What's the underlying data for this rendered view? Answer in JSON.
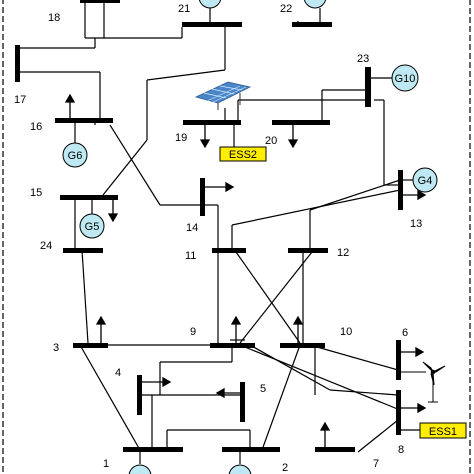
{
  "buses": {
    "b1": "1",
    "b2": "2",
    "b3": "3",
    "b4": "4",
    "b5": "5",
    "b6": "6",
    "b7": "7",
    "b8": "8",
    "b9": "9",
    "b10": "10",
    "b11": "11",
    "b12": "12",
    "b13": "13",
    "b14": "14",
    "b15": "15",
    "b16": "16",
    "b17": "17",
    "b18": "18",
    "b19": "19",
    "b20": "20",
    "b21": "21",
    "b22": "22",
    "b23": "23",
    "b24": "24"
  },
  "generators": {
    "g4": "G4",
    "g5": "G5",
    "g6": "G6",
    "g10": "G10"
  },
  "storage": {
    "ess1": "ESS1",
    "ess2": "ESS2"
  },
  "colors": {
    "line": "#000000",
    "generator_fill": "#bfe9f2",
    "ess_fill": "#ffee00",
    "pv_fill": "#4a86c8",
    "frame": "#000000"
  },
  "icons": [
    "solar-panel-icon",
    "wind-turbine-icon",
    "generator-icon",
    "load-arrow-icon"
  ]
}
